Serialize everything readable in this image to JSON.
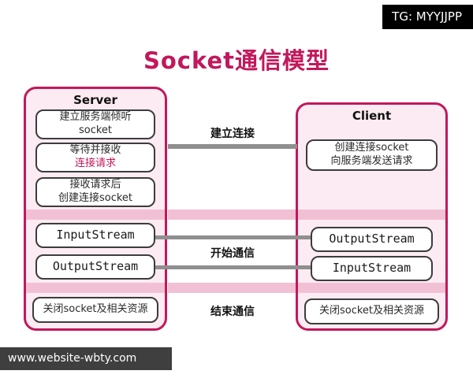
{
  "page": {
    "title": "Socket通信模型",
    "tg_watermark": "TG: MYYJJPP",
    "site_watermark": "www.website-wbty.com"
  },
  "server": {
    "header": "Server",
    "step1_line1": "建立服务端倾听",
    "step1_line2": "socket",
    "step2_line1": "等待并接收",
    "step2_line2": "连接请求",
    "step3_line1": "接收请求后",
    "step3_line2": "创建连接socket",
    "stream1": "InputStream",
    "stream2": "OutputStream",
    "close": "关闭socket及相关资源"
  },
  "client": {
    "header": "Client",
    "step1_line1": "创建连接socket",
    "step1_line2": "向服务端发送请求",
    "stream1": "OutputStream",
    "stream2": "InputStream",
    "close": "关闭socket及相关资源"
  },
  "connections": {
    "establish": "建立连接",
    "communicate": "开始通信",
    "end": "结束通信"
  },
  "colors": {
    "accent": "#c2185b",
    "panel_fill": "#fcebf2",
    "divider_band": "#f2c0d4",
    "connection_line": "#8f8f8f",
    "node_border": "#3c3c3c",
    "tg_badge_bg": "#000000",
    "ribbon_bg": "#3f3f3f"
  }
}
